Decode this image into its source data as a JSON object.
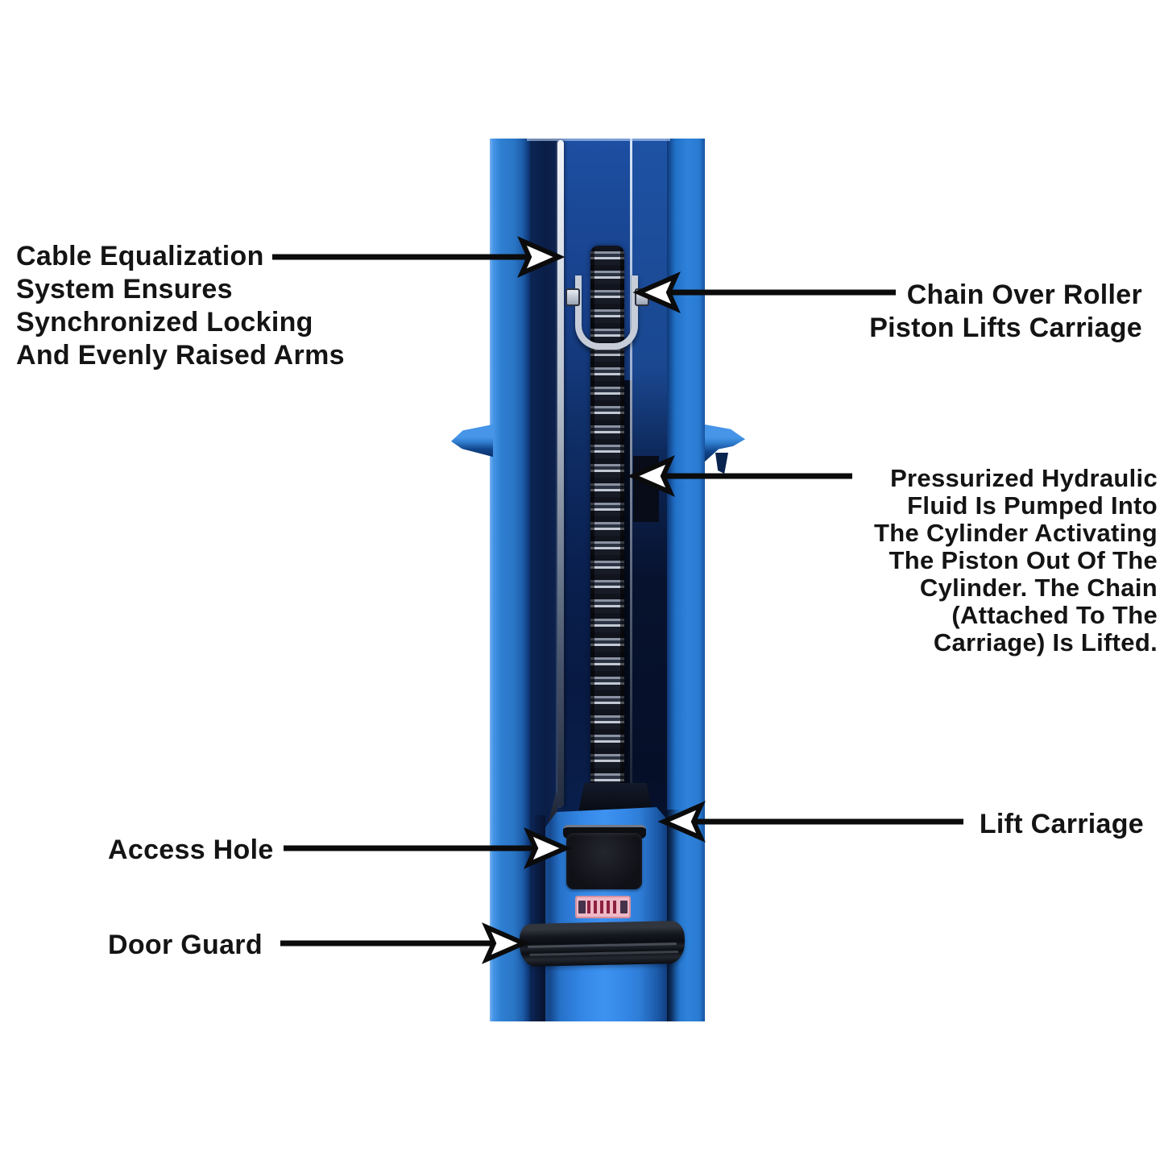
{
  "labels": {
    "cable_equalization": {
      "lines": [
        "Cable Equalization",
        "System Ensures",
        "Synchronized Locking",
        "And Evenly Raised Arms"
      ]
    },
    "chain_over_roller": {
      "lines": [
        "Chain Over Roller",
        "Piston Lifts Carriage"
      ]
    },
    "hydraulic": {
      "lines": [
        "Pressurized Hydraulic",
        "Fluid Is Pumped Into",
        "The Cylinder Activating",
        "The Piston Out Of The",
        "Cylinder. The Chain",
        "(Attached To The",
        "Carriage) Is Lifted."
      ]
    },
    "lift_carriage": {
      "text": "Lift Carriage"
    },
    "access_hole": {
      "text": "Access Hole"
    },
    "door_guard": {
      "text": "Door Guard"
    }
  },
  "colors": {
    "background": "#ffffff",
    "column_blue": "#2e7fd2",
    "column_dark_navy": "#0a1e46",
    "carriage_blue": "#3487e6",
    "cable_silver": "#c9d0da",
    "chain_metal": "#c2c9d4",
    "bracket_silver": "#c6cdd8",
    "sticker_pink": "#eeb9c6",
    "bumper_black": "#0b0d13",
    "text_ink": "#141414",
    "arrow_black": "#0b0b0b"
  }
}
